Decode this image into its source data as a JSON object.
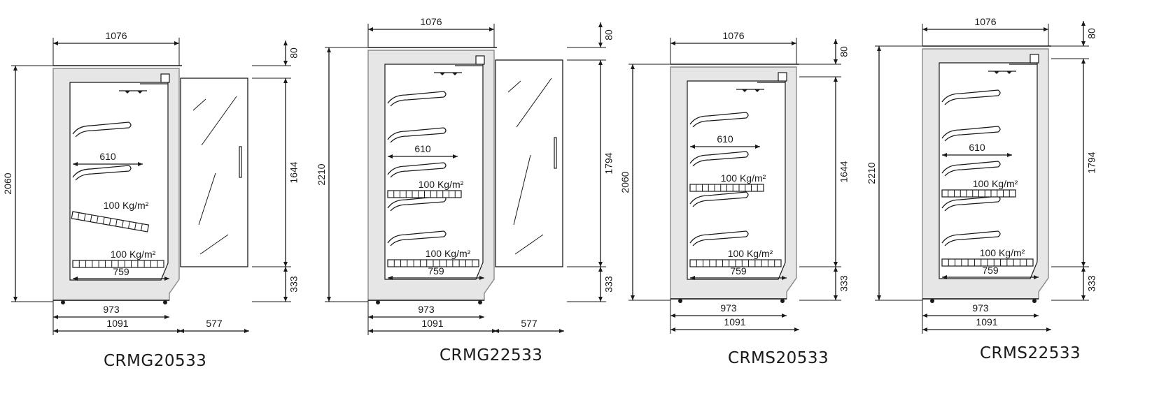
{
  "units_note": "",
  "cabinets": [
    {
      "model": "CRMG20533",
      "variant": "door",
      "width_top": "1076",
      "top_gap": "80",
      "overall_height": "2060",
      "door_height": "1644",
      "base_height": "333",
      "shelf_depth": "610",
      "shelf_load": "100 Kg/m²",
      "base_load": "100 Kg/m²",
      "inner_width": "759",
      "base_depth": "973",
      "overall_depth": "1091",
      "door_swing": "577"
    },
    {
      "model": "CRMG22533",
      "variant": "door",
      "width_top": "1076",
      "top_gap": "80",
      "overall_height": "2210",
      "door_height": "1794",
      "base_height": "333",
      "shelf_depth": "610",
      "shelf_load": "100 Kg/m²",
      "base_load": "100 Kg/m²",
      "inner_width": "759",
      "base_depth": "973",
      "overall_depth": "1091",
      "door_swing": "577"
    },
    {
      "model": "CRMS20533",
      "variant": "open",
      "width_top": "1076",
      "top_gap": "80",
      "overall_height": "2060",
      "door_height": "1644",
      "base_height": "333",
      "shelf_depth": "610",
      "shelf_load": "100 Kg/m²",
      "base_load": "100 Kg/m²",
      "inner_width": "759",
      "base_depth": "973",
      "overall_depth": "1091"
    },
    {
      "model": "CRMS22533",
      "variant": "open",
      "width_top": "1076",
      "top_gap": "80",
      "overall_height": "2210",
      "door_height": "1794",
      "base_height": "333",
      "shelf_depth": "610",
      "shelf_load": "100 Kg/m²",
      "base_load": "100 Kg/m²",
      "inner_width": "759",
      "base_depth": "973",
      "overall_depth": "1091"
    }
  ],
  "colors": {
    "line": "#1a1a1a",
    "panel": "#e6e6e6",
    "panel_edge": "#8a8a8a"
  }
}
